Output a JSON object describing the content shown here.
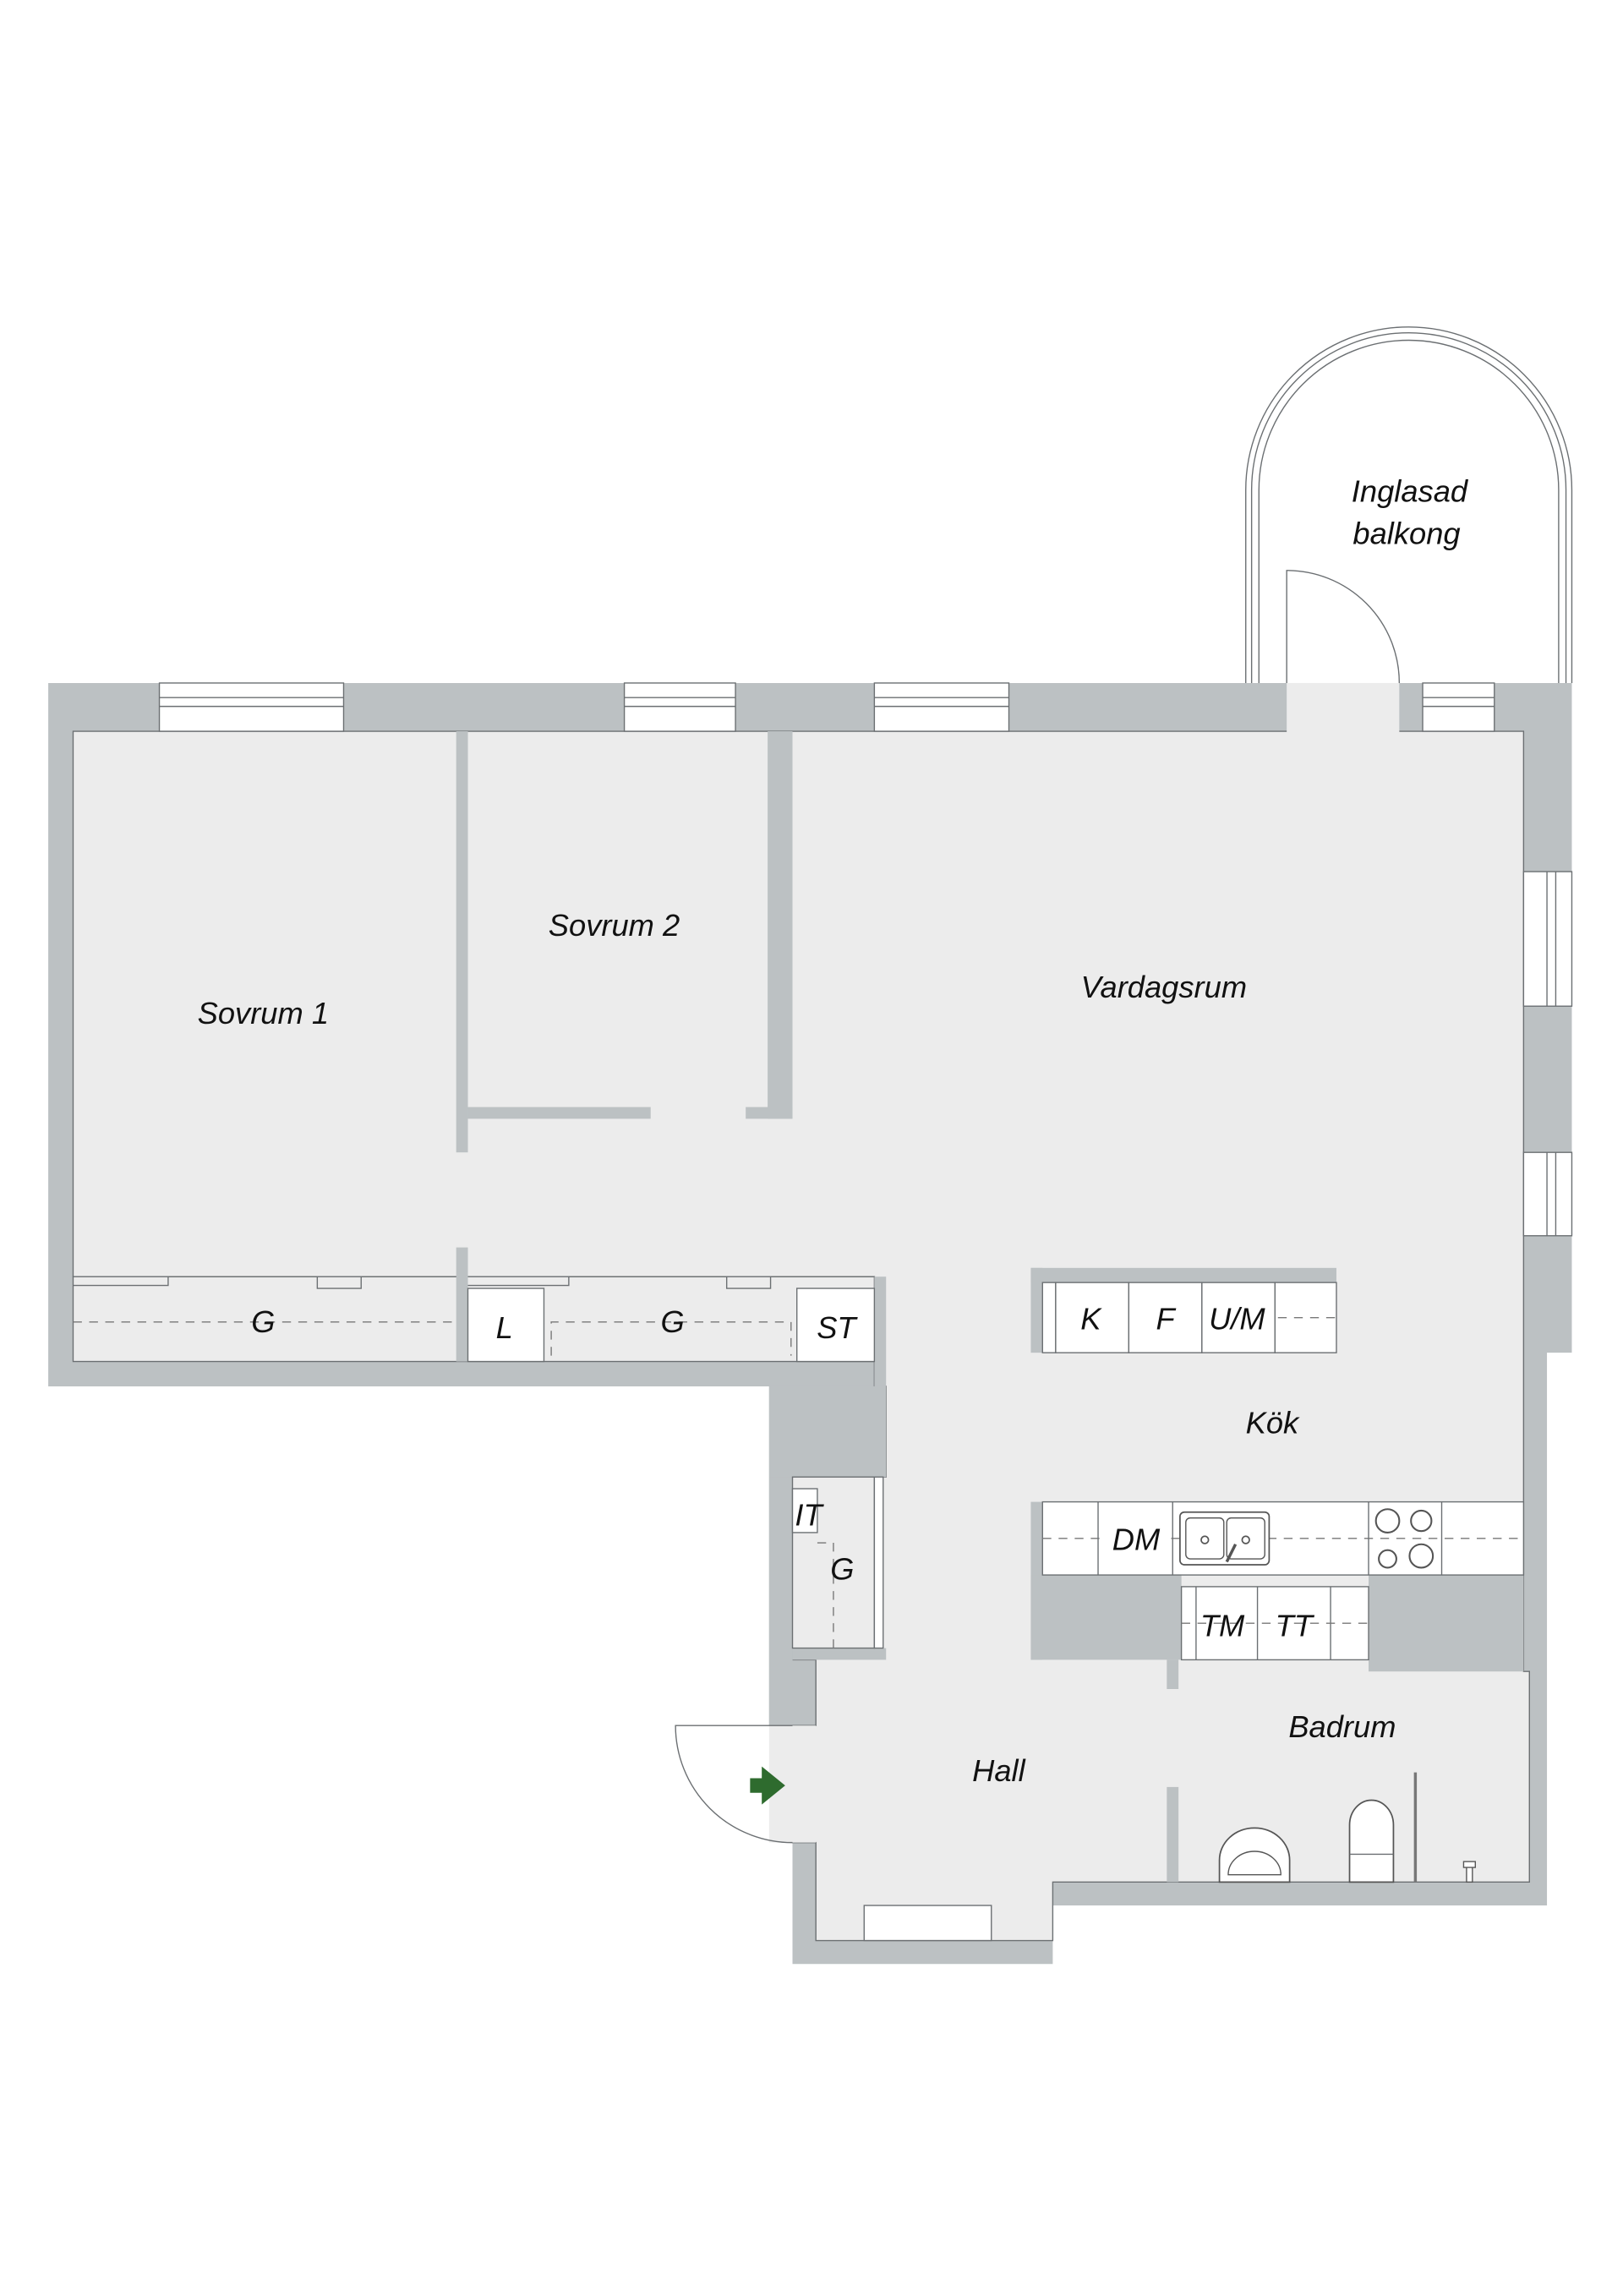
{
  "rooms": {
    "balcony_line1": "Inglasad",
    "balcony_line2": "balkong",
    "bedroom1": "Sovrum 1",
    "bedroom2": "Sovrum 2",
    "living": "Vardagsrum",
    "kitchen": "Kök",
    "hall": "Hall",
    "bathroom": "Badrum"
  },
  "storage": {
    "wardrobe1": "G",
    "linen": "L",
    "wardrobe2": "G",
    "cleaning": "ST",
    "hall_it": "IT",
    "hall_wardrobe": "G"
  },
  "appliances": {
    "fridge": "K",
    "freezer": "F",
    "oven_micro": "U/M",
    "dishwasher": "DM",
    "washer": "TM",
    "dryer": "TT"
  },
  "colors": {
    "wall": "#bcc1c3",
    "floor": "#ececec",
    "entrance_arrow": "#2e6b2e"
  }
}
